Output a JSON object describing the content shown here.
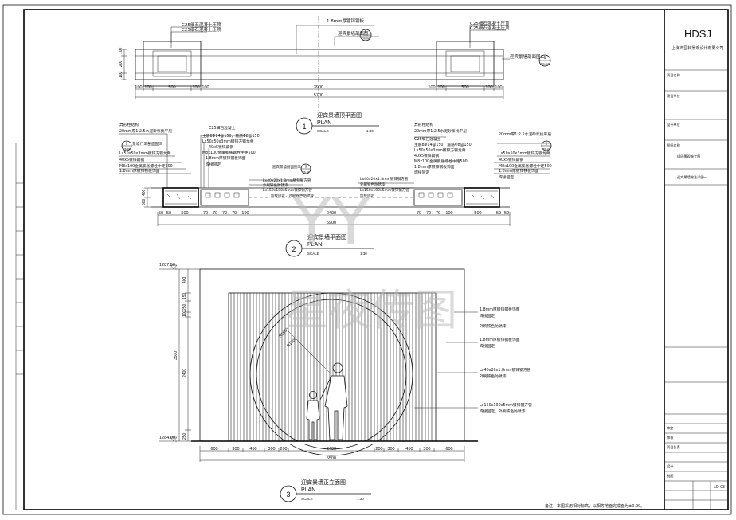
{
  "title_block": {
    "logo": "HDSJ",
    "company": "上海市园林景观设计有限公司",
    "note_bottom": "备注：本图采用相对标高，以相等地面完成面为±0.00。"
  },
  "plan1": {
    "number": "1",
    "title_cn": "迎宾景墙顶平面图",
    "title_en": "PLAN",
    "scale_label": "SCALE",
    "scale": "1:30",
    "labels": {
      "c25_left_1": "C25细石混凝土压顶",
      "c25_left_2": "C25细石混凝土压顶",
      "c25_right_1": "C25细石混凝土压顶",
      "c25_right_2": "C25细石混凝土压顶",
      "panel": "1.8mm厚镀锌钢板",
      "ref_wall": "迎宾景墙剖面图一",
      "ref_wall_right": "迎宾景墙剖面图二",
      "ref_no": "6",
      "ref_sheet": "DS-04"
    },
    "dims_bottom": [
      "100",
      "100",
      "500",
      "100",
      "100",
      "3900",
      "100",
      "100",
      "500",
      "100",
      "100"
    ],
    "dim_3900": "3900",
    "dim_5700": "5700",
    "dims_left": [
      "100",
      "200",
      "100"
    ]
  },
  "plan2": {
    "number": "2",
    "title_cn": "迎宾景墙平面图",
    "title_en": "PLAN",
    "scale_label": "SCALE",
    "scale": "1:30",
    "labels_left": [
      "异形柱结构",
      "20mm厚1:2.5水泥砂浆找平层",
      "景墙门洞剖面图三",
      "Lx50x50x3mm镀锌方钢龙骨",
      "40x5镀锌扁钢",
      "M8x100金属膨胀螺栓中距500",
      "1.8mm厚镀锌铁板饰面"
    ],
    "labels_center": [
      "C25细石混凝土",
      "主筋8Φ14@150，箍筋Φ8@150",
      "Lx50x50x3mm镀锌方钢龙骨",
      "40x5镀锌扁钢",
      "M8x100金属膨胀螺栓中距500",
      "1.8mm厚镀锌钢板饰面",
      "焊接固定"
    ],
    "labels_mid": [
      "迎宾景墙剖面图三",
      "Lx40x20x1.8mm镀锌钢方管",
      "外刷铁色防锈漆",
      "Lx150x100x5mm镀锌钢方管",
      "焊接固定，外刷铁色防锈漆"
    ],
    "labels_right": [
      "异形柱结构",
      "20mm厚1:2.5水泥砂浆找平层",
      "C25细石混凝土",
      "主筋8Φ14@150，箍筋Φ8@150",
      "Lx50x50x3mm镀锌方钢龙骨",
      "40x5镀锌扁钢",
      "M8x100金属膨胀螺栓中距500",
      "1.8mm厚镀锌钢板饰面",
      "焊接固定"
    ],
    "labels_rmid": [
      "Lx40x20x1.8mm镀锌钢方管",
      "外刷铁色防锈漆",
      "Lx150x100x5mm镀锌钢方管",
      "焊接固定"
    ],
    "ref_left": "2",
    "ref_left_sheet": "DS-04",
    "ref_right": "2",
    "ref_right_sheet": "DS-04",
    "ref_mid": "3",
    "ref_mid_sheet": "DS-04",
    "dims_bottom": [
      "50",
      "50",
      "500",
      "70",
      "70",
      "70",
      "70",
      "100",
      "2400",
      "70",
      "70",
      "70",
      "100",
      "500",
      "50",
      "50"
    ],
    "dim_2400": "2400",
    "dim_5900": "5900",
    "dim_side": [
      "400",
      "300"
    ]
  },
  "elev3": {
    "number": "3",
    "title_cn": "迎宾景墙正立面图",
    "title_en": "PLAN",
    "scale_label": "SCALE",
    "scale": "1:30",
    "level_top": "1287.50",
    "level_bottom": "1284.00",
    "dims_left": [
      "400",
      "150",
      "250",
      "100",
      "2400",
      "250"
    ],
    "dim_3500": "3500",
    "radius_outer": "R1650",
    "radius_inner": "R1500",
    "labels_right": [
      "1.8mm厚镀锌钢板饰面",
      "焊接固定",
      "外刷铁色防锈漆",
      "1.8mm厚镀锌钢板饰面",
      "焊接固定",
      "Lx40x20x1.8mm镀锌钢方管",
      "外刷铁色防锈漆",
      "Lx150x100x5mm镀锌钢方管",
      "焊接固定，外刷铁色防锈漆"
    ],
    "dims_bottom": [
      "600",
      "300",
      "450",
      "300",
      "200",
      "2400",
      "200",
      "300",
      "450",
      "300",
      "600"
    ],
    "dim_2400": "2400",
    "dim_5500": "5500"
  },
  "title_rows": [
    {
      "label": "项目名称",
      "value": ""
    },
    {
      "label": "建设单位",
      "value": ""
    },
    {
      "label": "设计单位",
      "value": "绿园景观施工图"
    },
    {
      "label": "图纸名称",
      "value": "迎宾景墙做法详图一"
    },
    {
      "label": "审定",
      "value": ""
    },
    {
      "label": "审核",
      "value": ""
    },
    {
      "label": "项目负责",
      "value": ""
    },
    {
      "label": "设计",
      "value": ""
    },
    {
      "label": "制图",
      "value": ""
    }
  ],
  "sheet_no": "LD-03",
  "watermark": {
    "big": "YY",
    "text": "星夜传图"
  }
}
